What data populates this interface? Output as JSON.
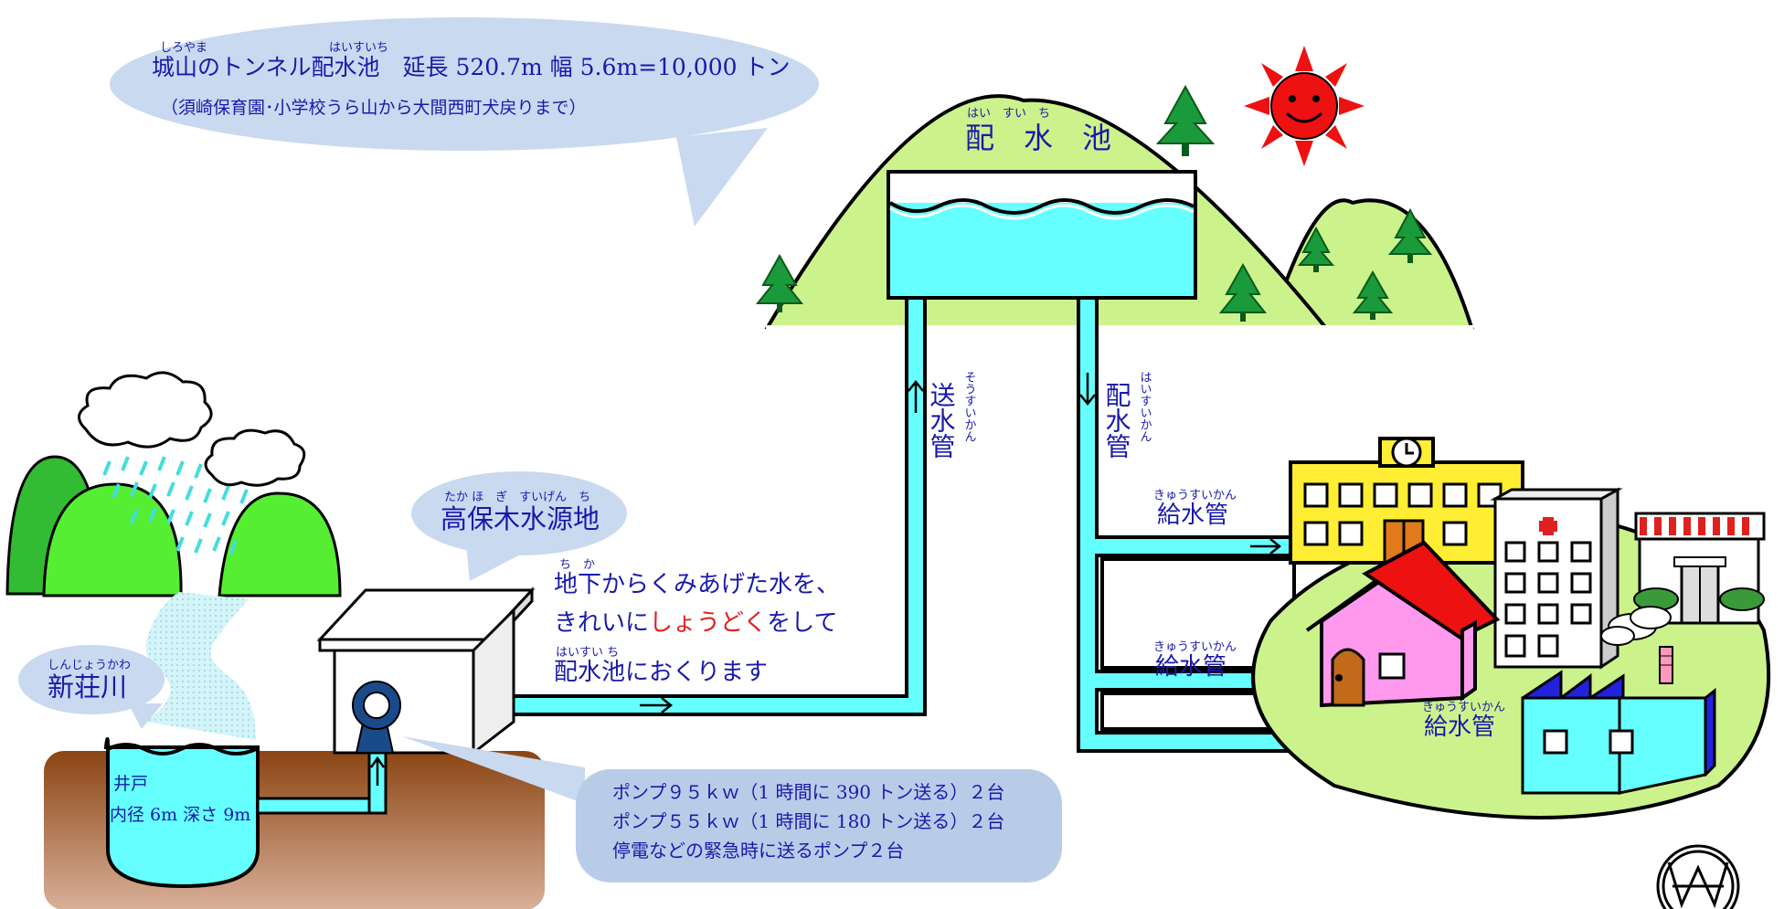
{
  "reservoir_callout": {
    "ruby_shiroyama": "しろやま",
    "ruby_haisuichi": "はいすいち",
    "title": "城山のトンネル配水池　延長 520.7m 幅 5.6m=10,000 トン",
    "subtitle": "（須崎保育園･小学校うら山から大間西町犬戻りまで）"
  },
  "reservoir_label": {
    "ruby": "はい　すい　ち",
    "text": "配　水　池"
  },
  "send_pipe": {
    "text": "送水管",
    "ruby": "そうすいかん"
  },
  "dist_pipe": {
    "text": "配水管",
    "ruby": "はいすいかん"
  },
  "supply_pipes": [
    {
      "ruby": "きゅうすいかん",
      "text": "給水管"
    },
    {
      "ruby": "きゅうすいかん",
      "text": "給水管"
    },
    {
      "ruby": "きゅうすいかん",
      "text": "給水管"
    }
  ],
  "source_label": {
    "ruby": "たか ほ　ぎ　すいげん　ち",
    "text": "高保木水源地"
  },
  "description": {
    "ruby_chika": "ち　か",
    "line1": "地下からくみあげた水を、",
    "line2_a": "きれいに",
    "line2_b": "しょうどく",
    "line2_c": "をして",
    "ruby_haisuichi": "はいすい ち",
    "line3": "配水池におくります"
  },
  "river_label": {
    "ruby": "しんじょうかわ",
    "text": "新荘川"
  },
  "well_label": {
    "line1": "井戸",
    "line2": "内径 6m 深さ 9m"
  },
  "pump_info": {
    "line1": "ポンプ９５ｋｗ（1 時間に 390 トン送る）２台",
    "line2": "ポンプ５５ｋｗ（1 時間に 180 トン送る）２台",
    "line3": "停電などの緊急時に送るポンプ２台"
  },
  "colors": {
    "water": "#66ffff",
    "hill": "#ccf28c",
    "callout": "#c8d9f0",
    "text_blue": "#1a1aa8",
    "text_red": "#e02020",
    "ground": "#8b4513",
    "sun": "#ee1111"
  }
}
